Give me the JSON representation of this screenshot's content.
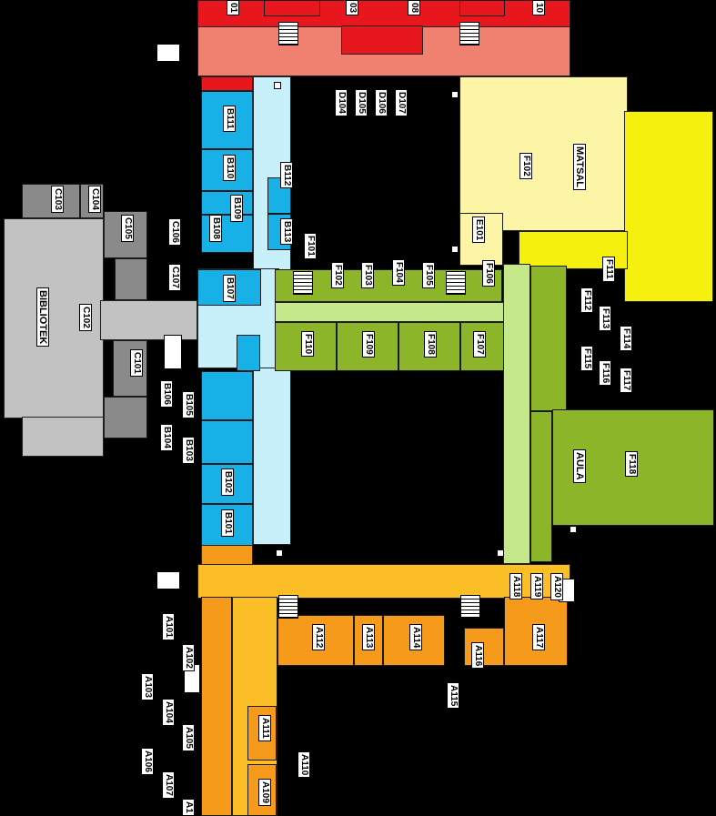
{
  "colors": {
    "wing_d": "#e8171d",
    "wing_d_corridor": "#f08070",
    "wing_b": "#17b1e8",
    "wing_b_corridor": "#c8f0fa",
    "wing_f_dark": "#8db52a",
    "wing_f_light": "#c5e88a",
    "wing_f_matsal": "#fbf5a5",
    "wing_f_yellow": "#f5f00e",
    "wing_c": "#8a8a8a",
    "wing_c_light": "#c2c2c2",
    "wing_a": "#f59a1a",
    "wing_a_corridor": "#fbbe26"
  },
  "labels": {
    "d_top": [
      "01",
      "03",
      "08",
      "10"
    ],
    "d_rooms": [
      "D104",
      "D105",
      "D106",
      "D107"
    ],
    "b_rooms": [
      "B111",
      "B110",
      "B109",
      "B108",
      "B107",
      "B112",
      "B113",
      "B106",
      "B105",
      "B104",
      "B103",
      "B102",
      "B101"
    ],
    "c_rooms": [
      "C103",
      "C104",
      "C105",
      "C106",
      "C107",
      "C102",
      "C101"
    ],
    "bibliotek": "BIBLIOTEK",
    "matsal": "MATSAL",
    "aula": "AULA",
    "f_rooms": [
      "F101",
      "F102",
      "F103",
      "F104",
      "F105",
      "F106",
      "F102",
      "E101",
      "F110",
      "F109",
      "F108",
      "F107",
      "F111",
      "F112",
      "F113",
      "F114",
      "F115",
      "F116",
      "F117",
      "F118"
    ],
    "a_rooms": [
      "A118",
      "A119",
      "A120",
      "A112",
      "A113",
      "A114",
      "A116",
      "A117",
      "A115",
      "A101",
      "A102",
      "A103",
      "A104",
      "A105",
      "A106",
      "A107",
      "A111",
      "A110",
      "A109",
      "A1"
    ]
  }
}
